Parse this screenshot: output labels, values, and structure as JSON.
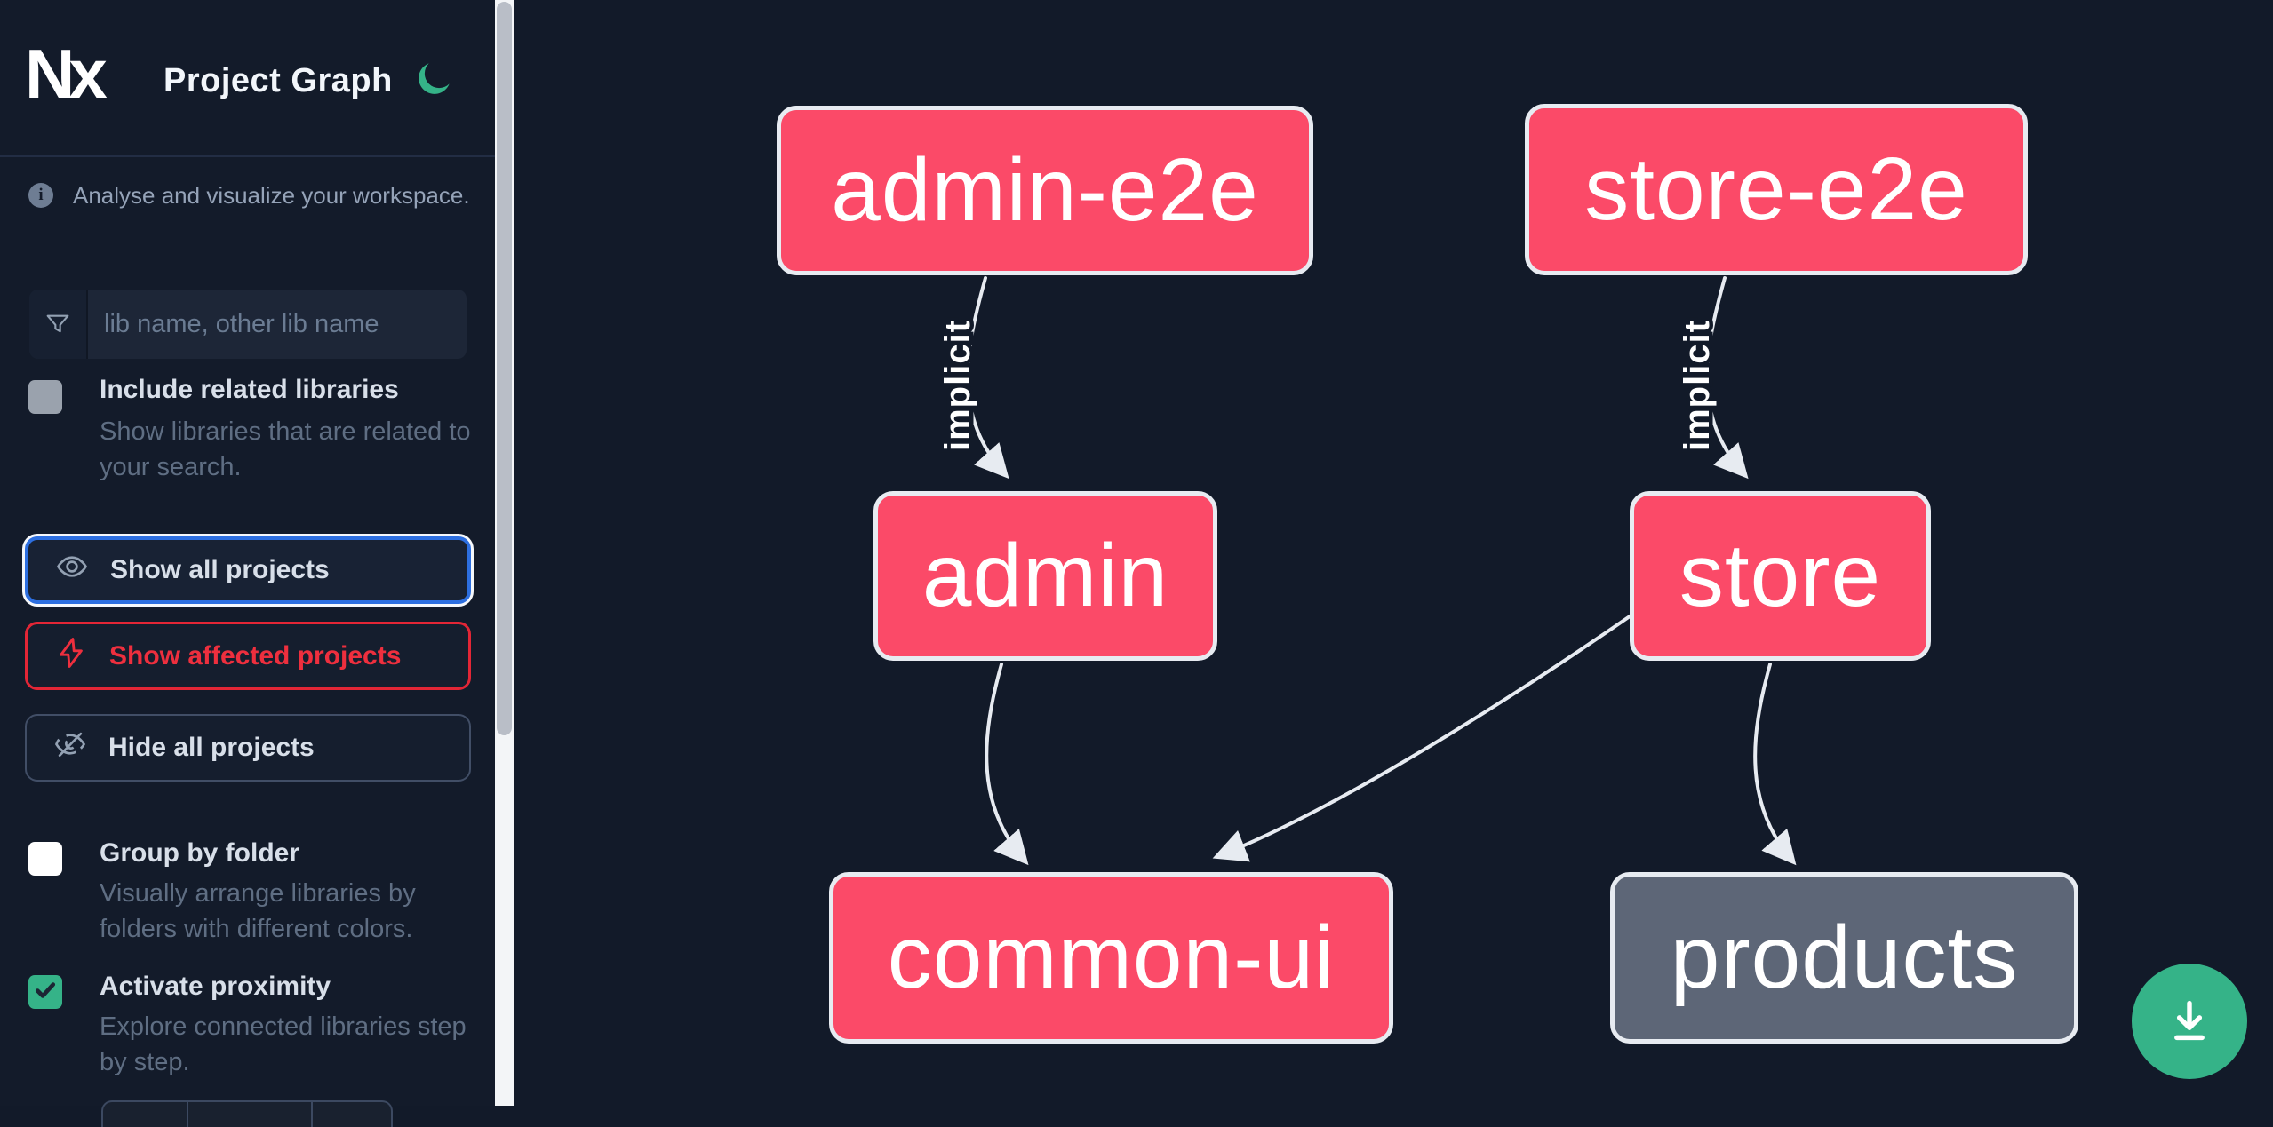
{
  "header": {
    "logo_text": "Nx",
    "title": "Project Graph"
  },
  "sidebar": {
    "tagline": "Analyse and visualize your workspace.",
    "search_placeholder": "lib name, other lib name",
    "toggles": [
      {
        "label": "Include related libraries",
        "checked": false,
        "description_lines": [
          "Show libraries that are related to",
          "your search."
        ]
      },
      {
        "label": "Group by folder",
        "checked": false,
        "description_lines": [
          "Visually arrange libraries by",
          "folders with different colors."
        ]
      },
      {
        "label": "Activate proximity",
        "checked": true,
        "description_lines": [
          "Explore connected libraries step",
          "by step."
        ]
      }
    ],
    "buttons": [
      {
        "label": "Show all projects",
        "icon": "eye-icon",
        "state": "focused"
      },
      {
        "label": "Show affected projects",
        "icon": "lightning-icon",
        "state": "affected"
      },
      {
        "label": "Hide all projects",
        "icon": "eye-off-icon",
        "state": "default"
      }
    ]
  },
  "graph": {
    "nodes": [
      {
        "id": "admin-e2e",
        "label": "admin-e2e",
        "color": "pink"
      },
      {
        "id": "store-e2e",
        "label": "store-e2e",
        "color": "pink"
      },
      {
        "id": "admin",
        "label": "admin",
        "color": "pink"
      },
      {
        "id": "store",
        "label": "store",
        "color": "pink"
      },
      {
        "id": "common-ui",
        "label": "common-ui",
        "color": "pink"
      },
      {
        "id": "products",
        "label": "products",
        "color": "gray"
      }
    ],
    "edges": [
      {
        "from": "admin-e2e",
        "to": "admin",
        "label": "implicit"
      },
      {
        "from": "store-e2e",
        "to": "store",
        "label": "implicit"
      },
      {
        "from": "admin",
        "to": "common-ui",
        "label": ""
      },
      {
        "from": "store",
        "to": "common-ui",
        "label": ""
      },
      {
        "from": "store",
        "to": "products",
        "label": ""
      }
    ]
  },
  "fab": {
    "icon": "download-icon"
  },
  "colors": {
    "background": "#121a29",
    "node_pink": "#fb4a68",
    "node_gray": "#5d6677",
    "edge": "#e7ebf1",
    "accent_green": "#35b388",
    "focus_blue": "#2d6fe0",
    "affected_red": "#ea2633"
  }
}
